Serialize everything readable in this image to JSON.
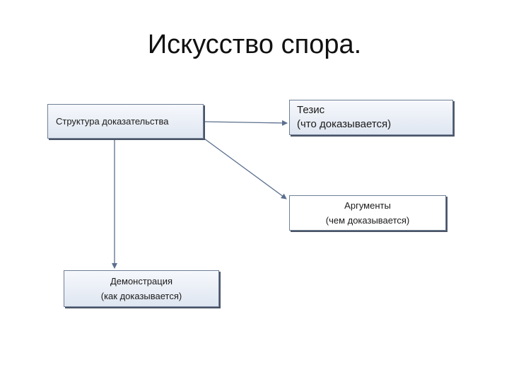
{
  "title": "Искусство спора.",
  "nodes": {
    "structure": {
      "label": "Структура доказательства"
    },
    "thesis": {
      "line1": "Тезис",
      "line2": "(что доказывается)"
    },
    "arguments": {
      "line1": "Аргументы",
      "line2": "(чем доказывается)"
    },
    "demonstration": {
      "line1": "Демонстрация",
      "line2": "(как доказывается)"
    }
  },
  "colors": {
    "box_border": "#6f7f96",
    "box_fill": "#dfe6f1",
    "connector": "#5b6f8e"
  }
}
